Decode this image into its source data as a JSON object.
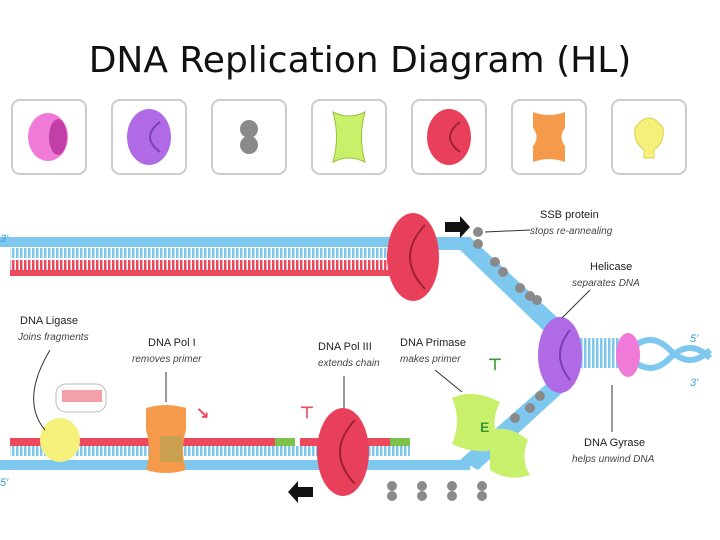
{
  "title": "DNA Replication Diagram (HL)",
  "legend_icons": [
    "ligase-icon",
    "pol1-icon",
    "ssb-icon",
    "pol3-icon",
    "helicase-icon",
    "primase-icon",
    "gyrase-icon"
  ],
  "labels": {
    "ssb": {
      "name": "SSB protein",
      "desc": "stops re-annealing"
    },
    "helicase": {
      "name": "Helicase",
      "desc": "separates DNA"
    },
    "ligase": {
      "name": "DNA Ligase",
      "desc": "Joins fragments"
    },
    "pol1": {
      "name": "DNA Pol I",
      "desc": "removes primer"
    },
    "pol3": {
      "name": "DNA Pol III",
      "desc": "extends chain"
    },
    "primase": {
      "name": "DNA Primase",
      "desc": "makes primer"
    },
    "gyrase": {
      "name": "DNA Gyrase",
      "desc": "helps unwind DNA"
    }
  },
  "ends": {
    "left_top": "3'",
    "left_bottom": "5'",
    "right_top": "5'",
    "right_bottom": "3'"
  },
  "colors": {
    "strand_blue": "#7ec8f0",
    "strand_red": "#ec4a5c",
    "primer_green": "#7cc24a",
    "ligase": "#f5f07a",
    "pol1": "#f59a4a",
    "ssb": "#8a8a8a",
    "pol3": "#e8405a",
    "helicase": "#b06ae6",
    "primase": "#c8f06a",
    "gyrase": "#f07ad8"
  }
}
